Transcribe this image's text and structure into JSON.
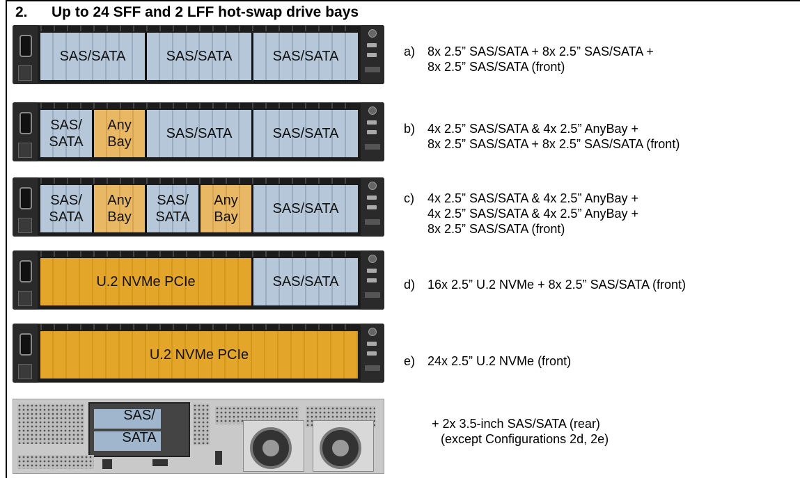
{
  "heading": {
    "number": "2.",
    "title": "Up to 24 SFF and 2 LFF hot-swap drive bays"
  },
  "configurations": [
    {
      "letter": "a)",
      "lines": [
        "8x 2.5” SAS/SATA + 8x 2.5” SAS/SATA +",
        "8x 2.5” SAS/SATA (front)"
      ],
      "bays": [
        {
          "label": "SAS/SATA",
          "kind": "sas"
        },
        {
          "label": "SAS/SATA",
          "kind": "sas"
        },
        {
          "label": "SAS/SATA",
          "kind": "sas"
        }
      ]
    },
    {
      "letter": "b)",
      "lines": [
        "4x 2.5” SAS/SATA & 4x 2.5” AnyBay +",
        "8x 2.5” SAS/SATA + 8x 2.5” SAS/SATA (front)"
      ],
      "bays": [
        {
          "label": "SAS/ SATA",
          "kind": "sas"
        },
        {
          "label": "Any Bay",
          "kind": "anybay"
        },
        {
          "label": "SAS/SATA",
          "kind": "sas"
        },
        {
          "label": "SAS/SATA",
          "kind": "sas"
        }
      ]
    },
    {
      "letter": "c)",
      "lines": [
        "4x 2.5” SAS/SATA & 4x 2.5” AnyBay +",
        "4x 2.5” SAS/SATA & 4x 2.5” AnyBay +",
        "8x 2.5” SAS/SATA (front)"
      ],
      "bays": [
        {
          "label": "SAS/ SATA",
          "kind": "sas"
        },
        {
          "label": "Any Bay",
          "kind": "anybay"
        },
        {
          "label": "SAS/ SATA",
          "kind": "sas"
        },
        {
          "label": "Any Bay",
          "kind": "anybay"
        },
        {
          "label": "SAS/SATA",
          "kind": "sas"
        }
      ]
    },
    {
      "letter": "d)",
      "lines": [
        "16x 2.5” U.2 NVMe + 8x 2.5” SAS/SATA (front)"
      ],
      "bays": [
        {
          "label": "U.2 NVMe PCIe",
          "kind": "nvme"
        },
        {
          "label": "SAS/SATA",
          "kind": "sas"
        }
      ]
    },
    {
      "letter": "e)",
      "lines": [
        "24x 2.5” U.2 NVMe (front)"
      ],
      "bays": [
        {
          "label": "U.2 NVMe PCIe",
          "kind": "nvme"
        }
      ]
    }
  ],
  "rear": {
    "bay_label_top": "SAS/",
    "bay_label_bottom": "SATA",
    "lines": [
      "+ 2x 3.5-inch SAS/SATA (rear)",
      "(except Configurations 2d, 2e)"
    ]
  },
  "colors": {
    "sas": "#b5c7d9",
    "anybay": "#e9b865",
    "nvme": "#e3a62a"
  }
}
